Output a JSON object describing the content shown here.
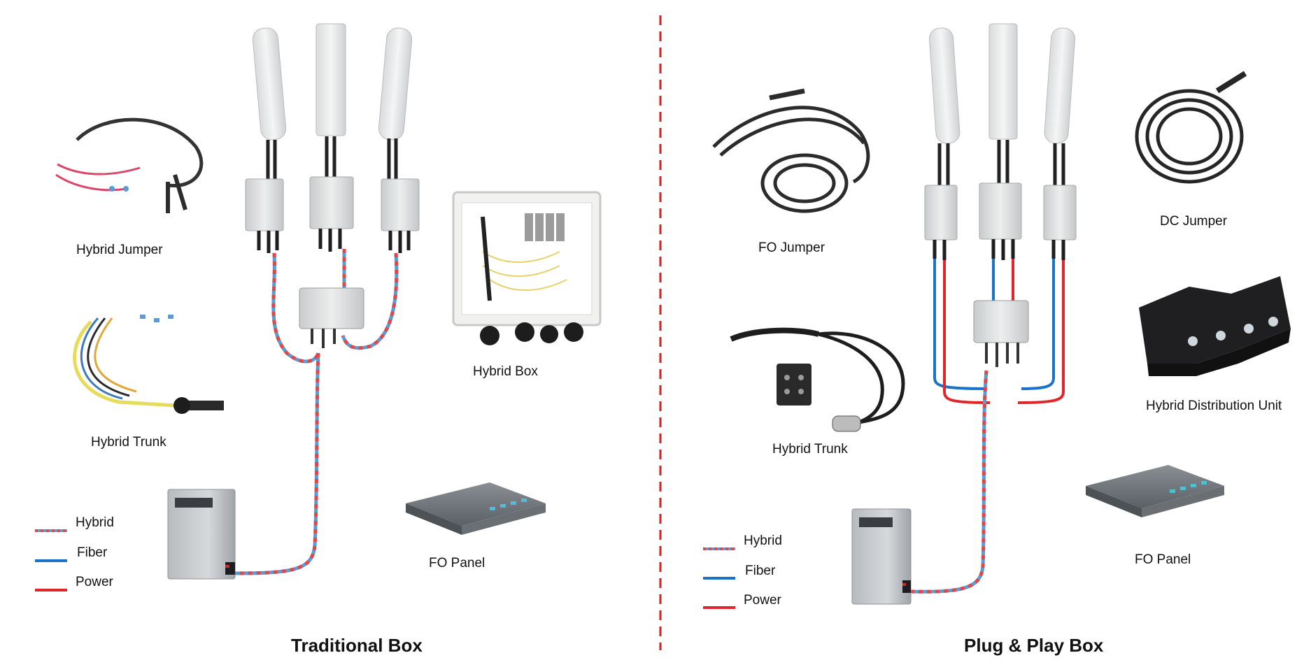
{
  "left": {
    "title": "Traditional Box",
    "labels": {
      "hybrid_jumper": "Hybrid Jumper",
      "hybrid_trunk": "Hybrid Trunk",
      "hybrid_box": "Hybrid Box",
      "fo_panel": "FO Panel"
    },
    "legend": {
      "hybrid": "Hybrid",
      "fiber": "Fiber",
      "power": "Power"
    }
  },
  "right": {
    "title": "Plug & Play Box",
    "labels": {
      "fo_jumper": "FO Jumper",
      "dc_jumper": "DC Jumper",
      "hybrid_trunk": "Hybrid Trunk",
      "hybrid_distribution_unit": "Hybrid Distribution Unit",
      "fo_panel": "FO Panel"
    },
    "legend": {
      "hybrid": "Hybrid",
      "fiber": "Fiber",
      "power": "Power"
    }
  },
  "colors": {
    "fiber": "#1a73c8",
    "power": "#e0262b",
    "divider": "#d42020",
    "hybrid_a": "#5b9bd5",
    "hybrid_b": "#e04848"
  }
}
